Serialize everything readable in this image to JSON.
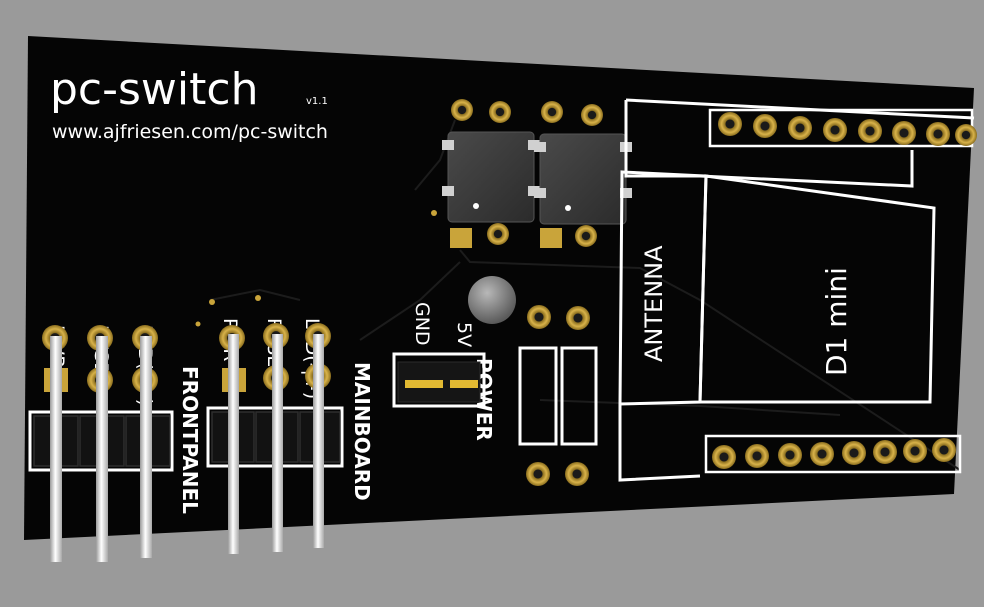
{
  "board": {
    "title": "pc-switch",
    "version": "v1.1",
    "url": "www.ajfriesen.com/pc-switch"
  },
  "frontpanel": {
    "label": "FRONTPANEL",
    "pins": [
      "PWR",
      "RESET",
      "LED(-|+)"
    ]
  },
  "mainboard": {
    "label": "MAINBOARD",
    "pins": [
      "PWR",
      "RESET",
      "LED(-|+)"
    ]
  },
  "power": {
    "label": "POWER",
    "gnd": "GND",
    "v5": "5V"
  },
  "module": {
    "antenna": "ANTENNA",
    "name": "D1 mini"
  },
  "colors": {
    "background": "#9a9a9a",
    "board": "#050505",
    "silkscreen": "#ffffff",
    "pad": "#c9a43a",
    "pin": "#e8e8e8",
    "ic": "#3a3a3a"
  }
}
